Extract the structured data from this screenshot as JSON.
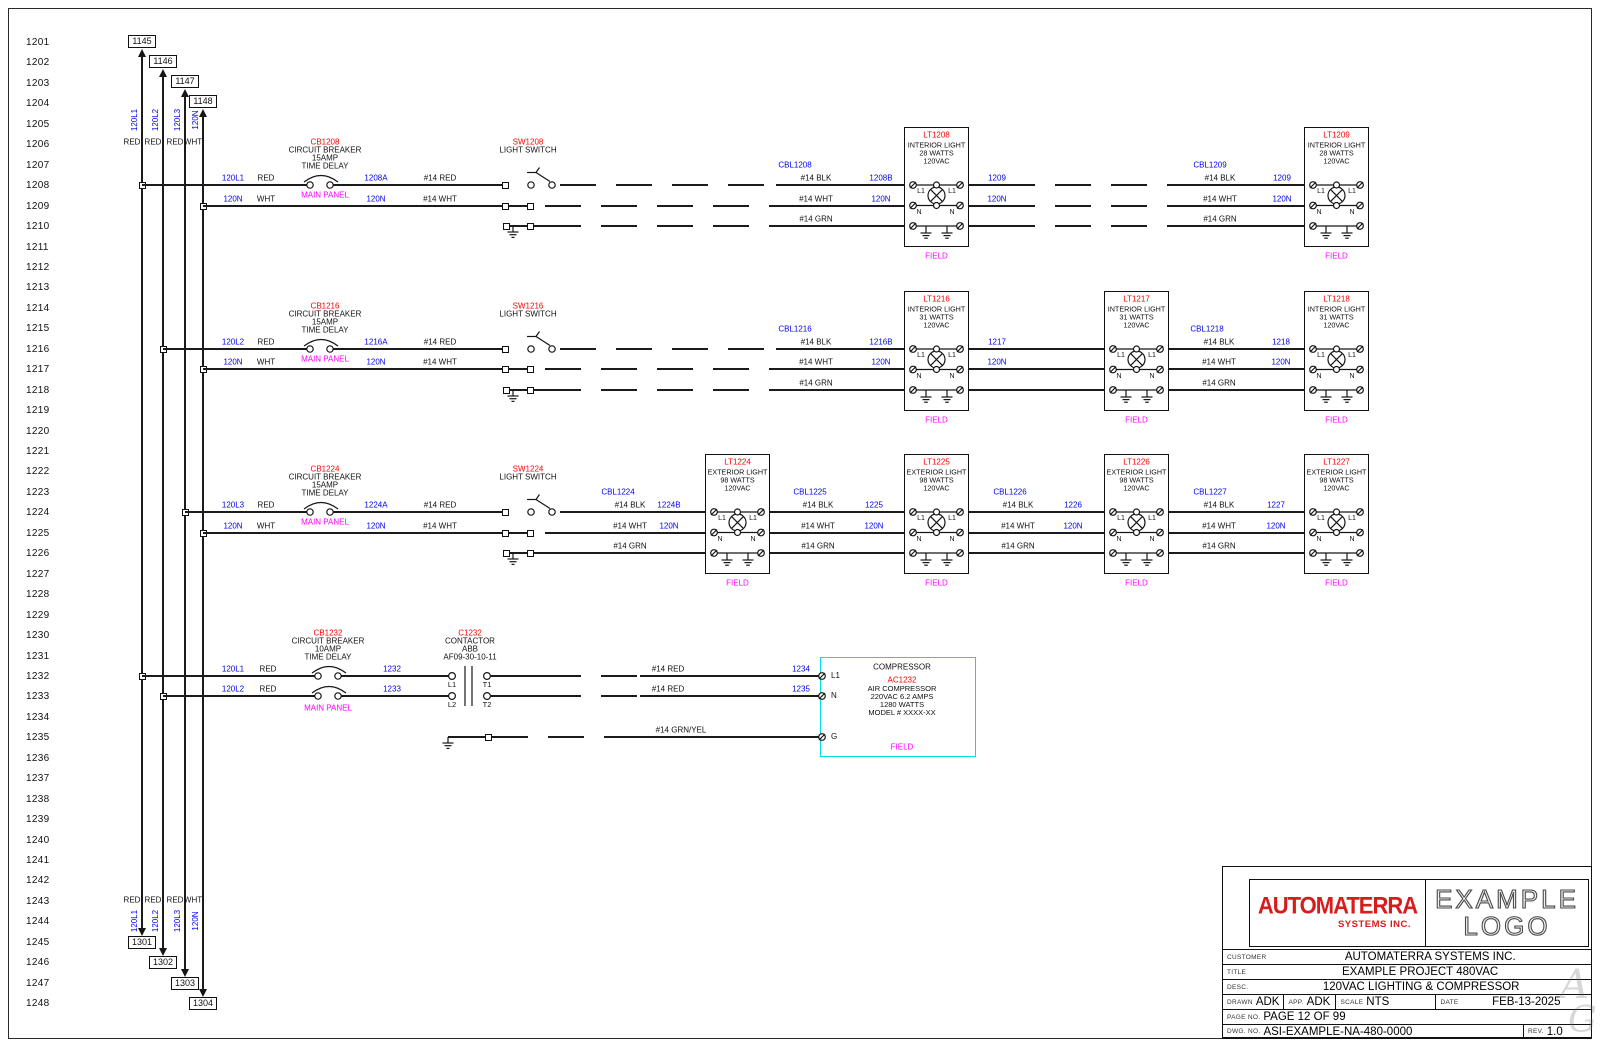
{
  "drawing": {
    "line_numbers": {
      "start": 1201,
      "end": 1248
    },
    "buses": [
      {
        "tag": "120L1",
        "color": "RED",
        "top_ref": "1145",
        "bottom_ref": "1301"
      },
      {
        "tag": "120L2",
        "color": "RED",
        "top_ref": "1146",
        "bottom_ref": "1302"
      },
      {
        "tag": "120L3",
        "color": "RED",
        "top_ref": "1147",
        "bottom_ref": "1303"
      },
      {
        "tag": "120N",
        "color": "WHT",
        "top_ref": "1148",
        "bottom_ref": "1304"
      }
    ],
    "lighting_circuits": [
      {
        "breaker": {
          "id": "CB1208",
          "desc": [
            "CIRCUIT BREAKER",
            "15AMP",
            "TIME DELAY"
          ],
          "location": "MAIN PANEL"
        },
        "feed": {
          "hot_bus": "120L1",
          "hot_color": "RED",
          "neu_bus": "120N",
          "neu_color": "WHT"
        },
        "panel_wires": {
          "hot_num": "1208A",
          "hot_gauge": "#14 RED",
          "neu_num": "120N",
          "neu_gauge": "#14 WHT"
        },
        "switch": {
          "id": "SW1208",
          "desc": "LIGHT SWITCH"
        },
        "cables": [
          {
            "id": "CBL1208",
            "wires": [
              "#14 BLK",
              "#14 WHT",
              "#14 GRN"
            ],
            "hot_num": "1208B",
            "neu_num": "120N"
          },
          {
            "id": "CBL1209",
            "wires": [
              "#14 BLK",
              "#14 WHT",
              "#14 GRN"
            ],
            "hot_num": "1209",
            "neu_num": "120N"
          }
        ],
        "between_nums": [
          {
            "hot": "1209",
            "neu": "120N"
          }
        ],
        "fixtures": [
          {
            "id": "LT1208",
            "desc": [
              "INTERIOR LIGHT",
              "28 WATTS",
              "120VAC"
            ],
            "terminals": [
              "L1",
              "L1",
              "N",
              "N"
            ],
            "field": "FIELD"
          },
          {
            "id": "LT1209",
            "desc": [
              "INTERIOR LIGHT",
              "28 WATTS",
              "120VAC"
            ],
            "terminals": [
              "L1",
              "L1",
              "N",
              "N"
            ],
            "field": "FIELD"
          }
        ]
      },
      {
        "breaker": {
          "id": "CB1216",
          "desc": [
            "CIRCUIT BREAKER",
            "15AMP",
            "TIME DELAY"
          ],
          "location": "MAIN PANEL"
        },
        "feed": {
          "hot_bus": "120L2",
          "hot_color": "RED",
          "neu_bus": "120N",
          "neu_color": "WHT"
        },
        "panel_wires": {
          "hot_num": "1216A",
          "hot_gauge": "#14 RED",
          "neu_num": "120N",
          "neu_gauge": "#14 WHT"
        },
        "switch": {
          "id": "SW1216",
          "desc": "LIGHT SWITCH"
        },
        "cables": [
          {
            "id": "CBL1216",
            "wires": [
              "#14 BLK",
              "#14 WHT",
              "#14 GRN"
            ],
            "hot_num": "1216B",
            "neu_num": "120N"
          },
          {
            "id": "CBL1218",
            "wires": [
              "#14 BLK",
              "#14 WHT",
              "#14 GRN"
            ],
            "hot_num": "1218",
            "neu_num": "120N"
          }
        ],
        "between_nums": [
          {
            "hot": "1217",
            "neu": "120N"
          }
        ],
        "fixtures": [
          {
            "id": "LT1216",
            "desc": [
              "INTERIOR LIGHT",
              "31 WATTS",
              "120VAC"
            ],
            "terminals": [
              "L1",
              "L1",
              "N",
              "N"
            ],
            "field": "FIELD"
          },
          {
            "id": "LT1217",
            "desc": [
              "INTERIOR LIGHT",
              "31 WATTS",
              "120VAC"
            ],
            "terminals": [
              "L1",
              "L1",
              "N",
              "N"
            ],
            "field": "FIELD"
          },
          {
            "id": "LT1218",
            "desc": [
              "INTERIOR LIGHT",
              "31 WATTS",
              "120VAC"
            ],
            "terminals": [
              "L1",
              "L1",
              "N",
              "N"
            ],
            "field": "FIELD"
          }
        ]
      },
      {
        "breaker": {
          "id": "CB1224",
          "desc": [
            "CIRCUIT BREAKER",
            "15AMP",
            "TIME DELAY"
          ],
          "location": "MAIN PANEL"
        },
        "feed": {
          "hot_bus": "120L3",
          "hot_color": "RED",
          "neu_bus": "120N",
          "neu_color": "WHT"
        },
        "panel_wires": {
          "hot_num": "1224A",
          "hot_gauge": "#14 RED",
          "neu_num": "120N",
          "neu_gauge": "#14 WHT"
        },
        "switch": {
          "id": "SW1224",
          "desc": "LIGHT SWITCH"
        },
        "cables": [
          {
            "id": "CBL1224",
            "wires": [
              "#14 BLK",
              "#14 WHT",
              "#14 GRN"
            ],
            "hot_num": "1224B",
            "neu_num": "120N"
          },
          {
            "id": "CBL1225",
            "wires": [
              "#14 BLK",
              "#14 WHT",
              "#14 GRN"
            ],
            "hot_num": "1225",
            "neu_num": "120N"
          },
          {
            "id": "CBL1226",
            "wires": [
              "#14 BLK",
              "#14 WHT",
              "#14 GRN"
            ],
            "hot_num": "1226",
            "neu_num": "120N"
          },
          {
            "id": "CBL1227",
            "wires": [
              "#14 BLK",
              "#14 WHT",
              "#14 GRN"
            ],
            "hot_num": "1227",
            "neu_num": "120N"
          }
        ],
        "between_nums": [],
        "fixtures": [
          {
            "id": "LT1224",
            "desc": [
              "EXTERIOR LIGHT",
              "98 WATTS",
              "120VAC"
            ],
            "terminals": [
              "L1",
              "L1",
              "N",
              "N"
            ],
            "field": "FIELD"
          },
          {
            "id": "LT1225",
            "desc": [
              "EXTERIOR LIGHT",
              "98 WATTS",
              "120VAC"
            ],
            "terminals": [
              "L1",
              "L1",
              "N",
              "N"
            ],
            "field": "FIELD"
          },
          {
            "id": "LT1226",
            "desc": [
              "EXTERIOR LIGHT",
              "98 WATTS",
              "120VAC"
            ],
            "terminals": [
              "L1",
              "L1",
              "N",
              "N"
            ],
            "field": "FIELD"
          },
          {
            "id": "LT1227",
            "desc": [
              "EXTERIOR LIGHT",
              "98 WATTS",
              "120VAC"
            ],
            "terminals": [
              "L1",
              "L1",
              "N",
              "N"
            ],
            "field": "FIELD"
          }
        ]
      }
    ],
    "compressor_circuit": {
      "breaker": {
        "id": "CB1232",
        "desc": [
          "CIRCUIT BREAKER",
          "10AMP",
          "TIME DELAY"
        ],
        "location": "MAIN PANEL"
      },
      "contactor": {
        "id": "C1232",
        "desc": [
          "CONTACTOR",
          "ABB",
          "AF09-30-10-11"
        ],
        "poles": [
          [
            "L1",
            "T1"
          ],
          [
            "L2",
            "T2"
          ]
        ]
      },
      "feeds": [
        {
          "bus": "120L1",
          "color": "RED",
          "num": "1232"
        },
        {
          "bus": "120L2",
          "color": "RED",
          "num": "1233"
        }
      ],
      "load_wires": [
        {
          "gauge": "#14 RED",
          "num": "1234"
        },
        {
          "gauge": "#14 RED",
          "num": "1235"
        },
        {
          "gauge": "#14 GRN/YEL",
          "num": ""
        }
      ],
      "compressor": {
        "header": "COMPRESSOR",
        "id": "AC1232",
        "desc": [
          "AIR COMPRESSOR",
          "220VAC 6.2 AMPS",
          "1280 WATTS",
          "MODEL # XXXX-XX"
        ],
        "terminals": [
          "L1",
          "N",
          "G"
        ],
        "field": "FIELD"
      }
    }
  },
  "titleblock": {
    "logo_primary": "AUTOMATERRA",
    "logo_secondary": "SYSTEMS INC.",
    "logo_right_line1": "EXAMPLE",
    "logo_right_line2": "LOGO",
    "rows": {
      "customer_label": "CUSTOMER",
      "customer": "AUTOMATERRA SYSTEMS INC.",
      "title_label": "TITLE",
      "title": "EXAMPLE PROJECT 480VAC",
      "desc_label": "DESC.",
      "desc": "120VAC LIGHTING & COMPRESSOR",
      "drawn_label": "DRAWN",
      "drawn": "ADK",
      "app_label": "APP.",
      "app": "ADK",
      "scale_label": "SCALE",
      "scale": "NTS",
      "date_label": "DATE",
      "date": "FEB-13-2025",
      "page_label": "PAGE NO.",
      "page": "PAGE 12 OF 99",
      "dwg_label": "DWG. NO.",
      "dwg": "ASI-EXAMPLE-NA-480-0000",
      "rev_label": "REV.",
      "rev": "1.0"
    }
  },
  "watermark": {
    "letter1": "A",
    "letter2": "G"
  },
  "colors": {
    "wire": "#1b1b1b",
    "id_red": "#ff0000",
    "wire_num_blue": "#0000ee",
    "note_magenta": "#ff00ff",
    "field_box_cyan": "#00dfe0",
    "logo_red": "#d81c1c"
  }
}
